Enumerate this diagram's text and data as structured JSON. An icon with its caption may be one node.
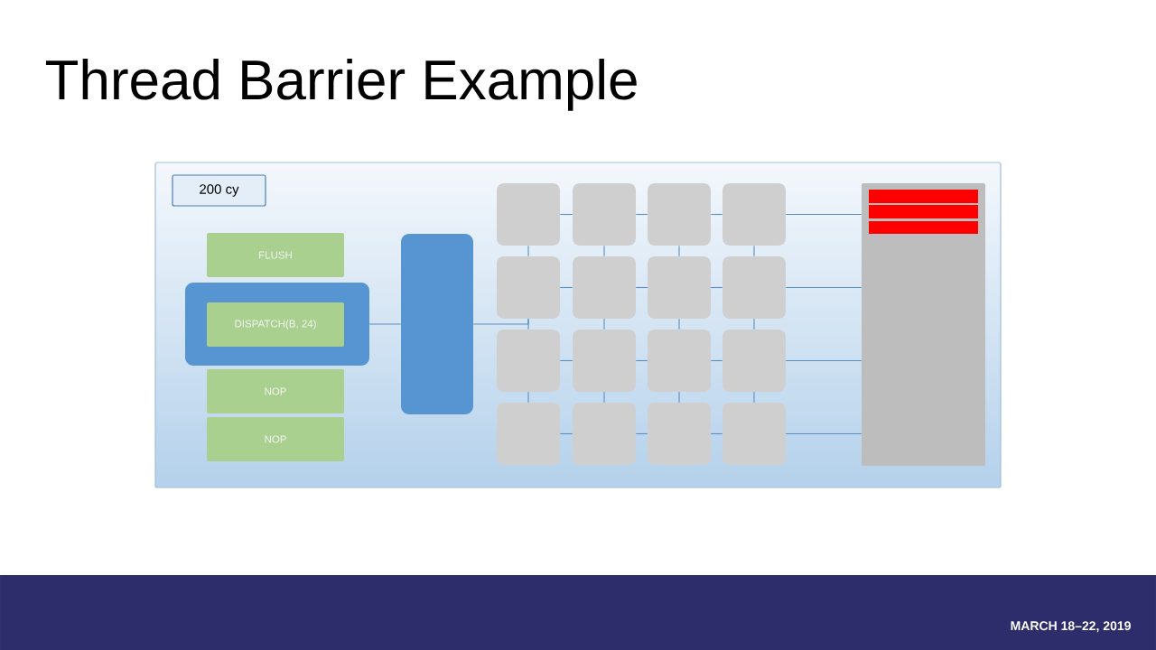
{
  "diagram": {
    "title": "Thread Barrier Example",
    "nodes": [
      {
        "text": [],
        "shape": "box"
      },
      {
        "text": [
          "200 cy"
        ],
        "in": 0
      },
      {
        "text": [
          "FLUSH"
        ],
        "in": 0
      },
      {
        "text": [],
        "shape": "box",
        "in": 0
      },
      {
        "text": [
          "DISPATCH(B, 24)"
        ],
        "in": 3
      },
      {
        "text": [
          "NOP"
        ],
        "in": 0
      },
      {
        "text": [
          "NOP"
        ],
        "in": 0
      },
      {
        "text": [],
        "shape": "box",
        "in": 0
      },
      {
        "text": [],
        "shape": "box",
        "in": 0
      },
      {
        "text": [],
        "shape": "box",
        "in": 0
      },
      {
        "text": [],
        "shape": "box",
        "in": 0
      },
      {
        "text": [],
        "shape": "box",
        "in": 0
      },
      {
        "text": [],
        "shape": "box",
        "in": 0
      },
      {
        "text": [],
        "shape": "box",
        "in": 0
      },
      {
        "text": [],
        "shape": "box",
        "in": 0
      },
      {
        "text": [],
        "shape": "box",
        "in": 0
      },
      {
        "text": [],
        "shape": "box",
        "in": 0
      },
      {
        "text": [],
        "shape": "box",
        "in": 0
      },
      {
        "text": [],
        "shape": "box",
        "in": 0
      },
      {
        "text": [],
        "shape": "box",
        "in": 0
      },
      {
        "text": [],
        "shape": "box",
        "in": 0
      },
      {
        "text": [],
        "shape": "box",
        "in": 0
      },
      {
        "text": [],
        "shape": "box",
        "in": 0
      },
      {
        "text": [],
        "shape": "box",
        "in": 0
      },
      {
        "text": [],
        "shape": "box",
        "in": 0
      },
      {
        "text": [],
        "shape": "bar",
        "in": 24
      },
      {
        "text": [],
        "shape": "bar",
        "in": 24
      },
      {
        "text": [],
        "shape": "bar",
        "in": 24
      }
    ],
    "edges": [
      {
        "from": 3,
        "to": 7,
        "arrow": "none"
      },
      {
        "from": 7,
        "to": 12,
        "arrow": "none"
      },
      {
        "from": 8,
        "to": 9,
        "arrow": "none"
      },
      {
        "from": 9,
        "to": 10,
        "arrow": "none"
      },
      {
        "from": 10,
        "to": 11,
        "arrow": "none"
      },
      {
        "from": 11,
        "to": 24,
        "arrow": "none"
      },
      {
        "from": 12,
        "to": 13,
        "arrow": "none"
      },
      {
        "from": 13,
        "to": 14,
        "arrow": "none"
      },
      {
        "from": 14,
        "to": 15,
        "arrow": "none"
      },
      {
        "from": 15,
        "to": 24,
        "arrow": "none"
      },
      {
        "from": 16,
        "to": 17,
        "arrow": "none"
      },
      {
        "from": 17,
        "to": 18,
        "arrow": "none"
      },
      {
        "from": 18,
        "to": 19,
        "arrow": "none"
      },
      {
        "from": 19,
        "to": 24,
        "arrow": "none"
      },
      {
        "from": 20,
        "to": 21,
        "arrow": "none"
      },
      {
        "from": 21,
        "to": 22,
        "arrow": "none"
      },
      {
        "from": 22,
        "to": 23,
        "arrow": "none"
      },
      {
        "from": 23,
        "to": 24,
        "arrow": "none"
      },
      {
        "from": 8,
        "to": 12,
        "arrow": "none"
      },
      {
        "from": 12,
        "to": 16,
        "arrow": "none"
      },
      {
        "from": 16,
        "to": 20,
        "arrow": "none"
      },
      {
        "from": 9,
        "to": 13,
        "arrow": "none"
      },
      {
        "from": 13,
        "to": 17,
        "arrow": "none"
      },
      {
        "from": 17,
        "to": 21,
        "arrow": "none"
      },
      {
        "from": 10,
        "to": 14,
        "arrow": "none"
      },
      {
        "from": 14,
        "to": 18,
        "arrow": "none"
      },
      {
        "from": 18,
        "to": 22,
        "arrow": "none"
      },
      {
        "from": 11,
        "to": 15,
        "arrow": "none"
      },
      {
        "from": 15,
        "to": 19,
        "arrow": "none"
      },
      {
        "from": 19,
        "to": 23,
        "arrow": "none"
      }
    ],
    "labels": [
      "MARCH 18–22, 2019"
    ]
  }
}
